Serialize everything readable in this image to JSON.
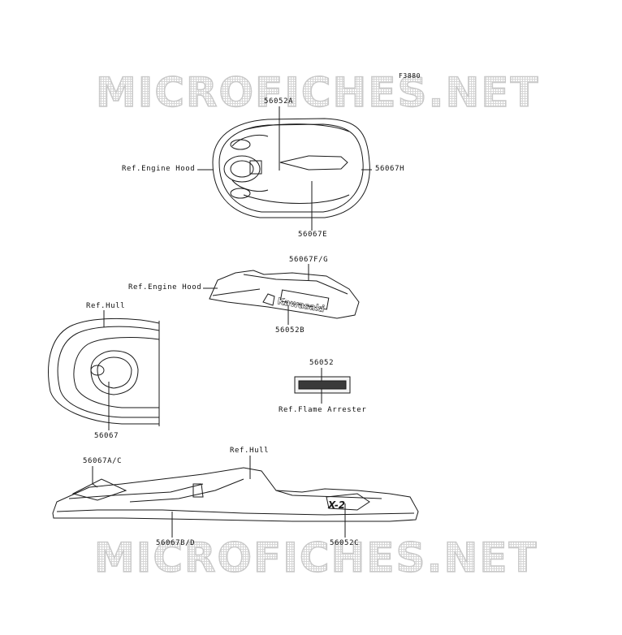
{
  "figure_code": "F3880",
  "watermark_top": "MICROFICHES.NET",
  "watermark_bottom": "MICROFICHES.NET",
  "labels": {
    "p56052A": "56052A",
    "ref_engine_hood_1": "Ref.Engine Hood",
    "p56067H": "56067H",
    "p56067E": "56067E",
    "p56067FG": "56067F/G",
    "ref_engine_hood_2": "Ref.Engine Hood",
    "ref_hull_1": "Ref.Hull",
    "p56052B": "56052B",
    "p56052": "56052",
    "ref_flame_arrester": "Ref.Flame Arrester",
    "p56067": "56067",
    "ref_hull_2": "Ref.Hull",
    "p56067AC": "56067A/C",
    "p56067BD": "56067B/D",
    "p56052C": "56052C"
  },
  "decal_text": {
    "brand": "Kawasaki",
    "model": "X-2"
  },
  "colors": {
    "line": "#1a1a1a",
    "watermark": "#c9c9c9"
  }
}
